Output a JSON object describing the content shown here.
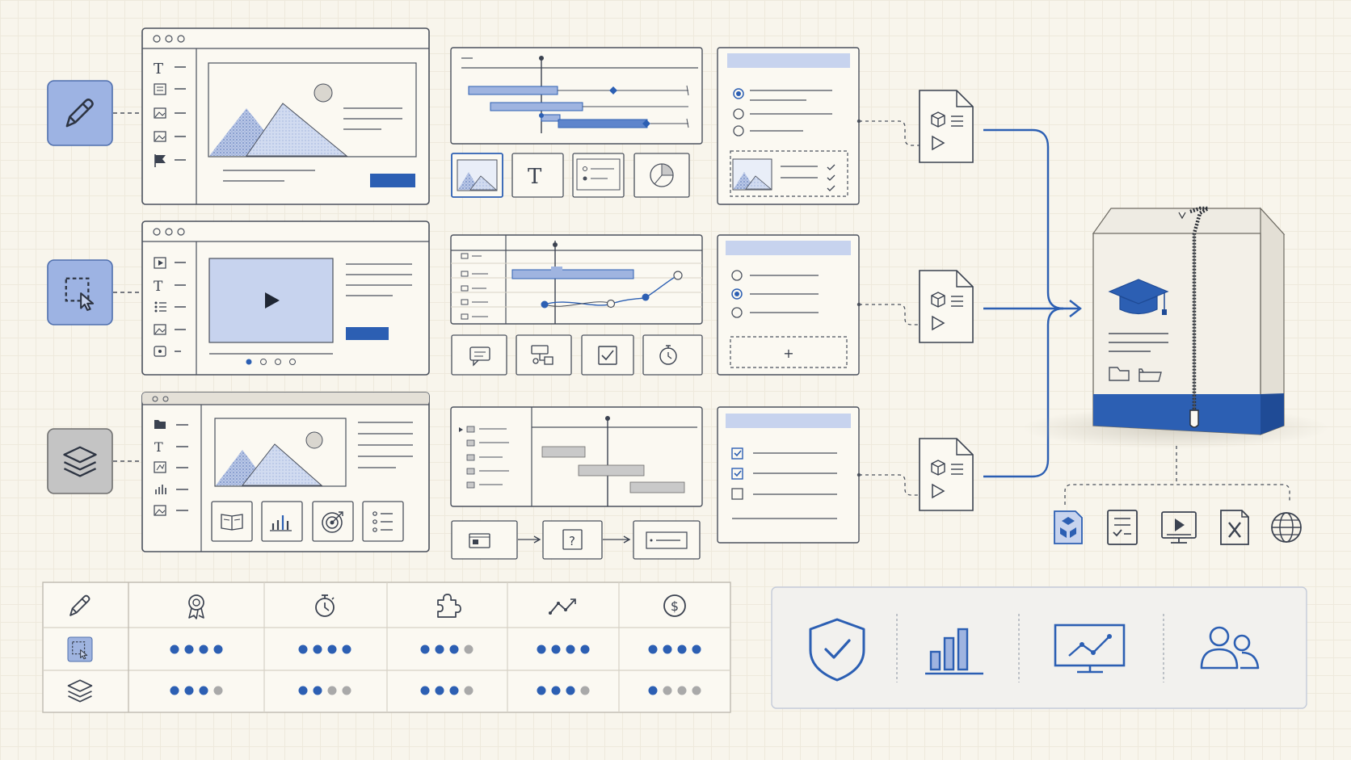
{
  "colors": {
    "background": "#f8f5ec",
    "ink": "#3b4250",
    "accent_blue": "#2c5fb3",
    "light_blue": "#c7d3ee",
    "mid_blue": "#9fb4e0",
    "gray_fill": "#c9c9c9",
    "dot_inactive": "#a9a9a9"
  },
  "tools": [
    {
      "icon": "pen-icon",
      "style": "blue"
    },
    {
      "icon": "selection-cursor-icon",
      "style": "blue"
    },
    {
      "icon": "layers-icon",
      "style": "gray"
    }
  ],
  "row2": {
    "add_symbol": "+"
  },
  "rating_matrix": {
    "column_icons": [
      "award-ribbon-icon",
      "stopwatch-icon",
      "puzzle-piece-icon",
      "trend-line-icon",
      "dollar-coin-icon"
    ],
    "row_icons": [
      "pen-icon",
      "selection-cursor-icon",
      "layers-icon"
    ],
    "ratings": [
      [
        4,
        4,
        3,
        4,
        4
      ],
      [
        3,
        2,
        3,
        3,
        1
      ]
    ],
    "max_rating": 4
  },
  "output_formats": [
    "scorm-package-icon",
    "quiz-checklist-icon",
    "video-player-icon",
    "excel-file-icon",
    "globe-web-icon"
  ],
  "benefits": [
    "security-shield-icon",
    "bar-chart-icon",
    "monitor-analytics-icon",
    "users-icon"
  ]
}
